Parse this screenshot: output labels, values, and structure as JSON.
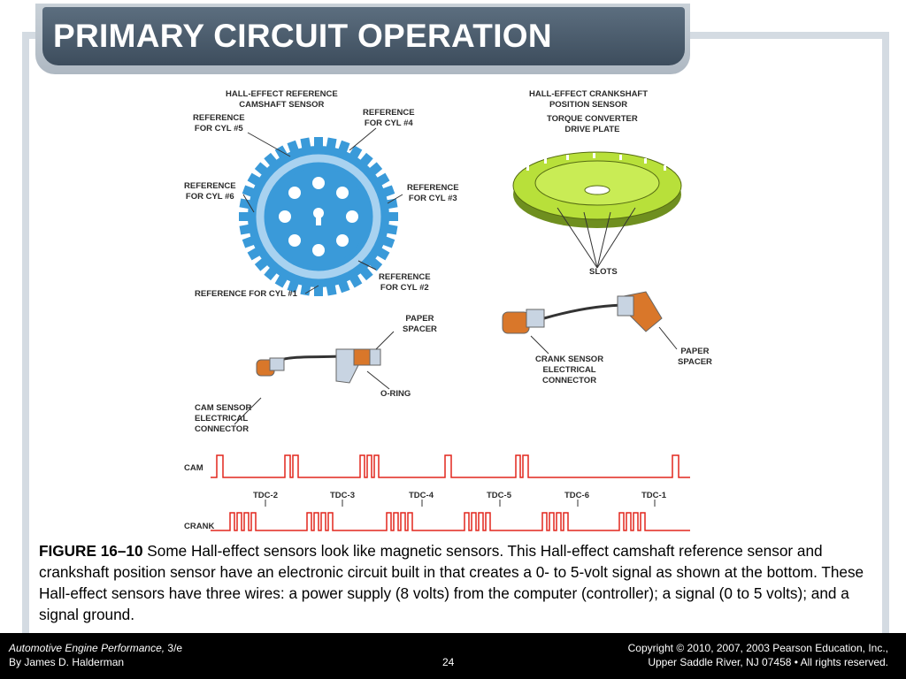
{
  "slide": {
    "title": "PRIMARY CIRCUIT OPERATION"
  },
  "figure": {
    "labels": {
      "cam_title": "HALL-EFFECT REFERENCE\nCAMSHAFT SENSOR",
      "ref5": "REFERENCE\nFOR CYL #5",
      "ref4": "REFERENCE\nFOR CYL #4",
      "ref6": "REFERENCE\nFOR CYL #6",
      "ref3": "REFERENCE\nFOR CYL #3",
      "ref2": "REFERENCE\nFOR CYL #2",
      "ref1": "REFERENCE FOR CYL #1",
      "crank_title": "HALL-EFFECT CRANKSHAFT\nPOSITION SENSOR",
      "torque": "TORQUE CONVERTER\nDRIVE PLATE",
      "slots": "SLOTS",
      "paper_spacer_left": "PAPER\nSPACER",
      "oring": "O-RING",
      "cam_connector": "CAM SENSOR\nELECTRICAL\nCONNECTOR",
      "crank_connector": "CRANK SENSOR\nELECTRICAL\nCONNECTOR",
      "paper_spacer_right": "PAPER\nSPACER",
      "cam_row": "CAM",
      "crank_row": "CRANK",
      "tdc": [
        "TDC-2",
        "TDC-3",
        "TDC-4",
        "TDC-5",
        "TDC-6",
        "TDC-1"
      ]
    }
  },
  "caption": {
    "figure_number": "FIGURE 16–10",
    "text": " Some Hall-effect sensors look like magnetic sensors. This Hall-effect camshaft reference sensor and crankshaft position sensor have an electronic circuit built in that creates a 0- to 5-volt signal as shown at the bottom. These Hall-effect sensors have three wires: a power supply (8 volts) from the computer (controller); a signal (0 to 5 volts); and a signal ground."
  },
  "footer": {
    "book_title": "Automotive Engine Performance,",
    "edition": " 3/e",
    "author": "By James D. Halderman",
    "page_number": "24",
    "copyright_line1": "Copyright © 2010, 2007, 2003 Pearson Education, Inc.,",
    "copyright_line2": "Upper Saddle River, NJ 07458 • All rights reserved."
  },
  "colors": {
    "title_bg": "#4a5b6b",
    "gear_blue": "#3a9ad9",
    "plate_green": "#b8e03a",
    "sensor_orange": "#d9772a",
    "footer_bg": "#000000"
  }
}
